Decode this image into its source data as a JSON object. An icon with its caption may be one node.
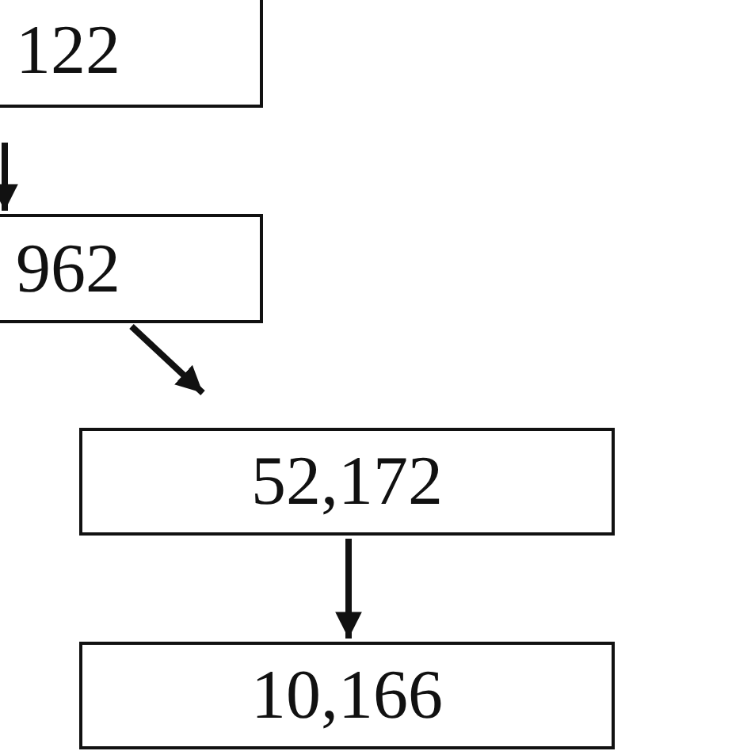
{
  "diagram": {
    "nodes": [
      {
        "text": [
          "122"
        ]
      },
      {
        "text": [
          "962"
        ]
      },
      {
        "text": [
          "52,172"
        ]
      },
      {
        "text": [
          "10,166"
        ]
      }
    ],
    "edges": [
      {
        "from": null,
        "to": 1,
        "arrow": "to"
      },
      {
        "from": 1,
        "to": 2,
        "arrow": "to"
      },
      {
        "from": 2,
        "to": 3,
        "arrow": "to"
      }
    ]
  }
}
